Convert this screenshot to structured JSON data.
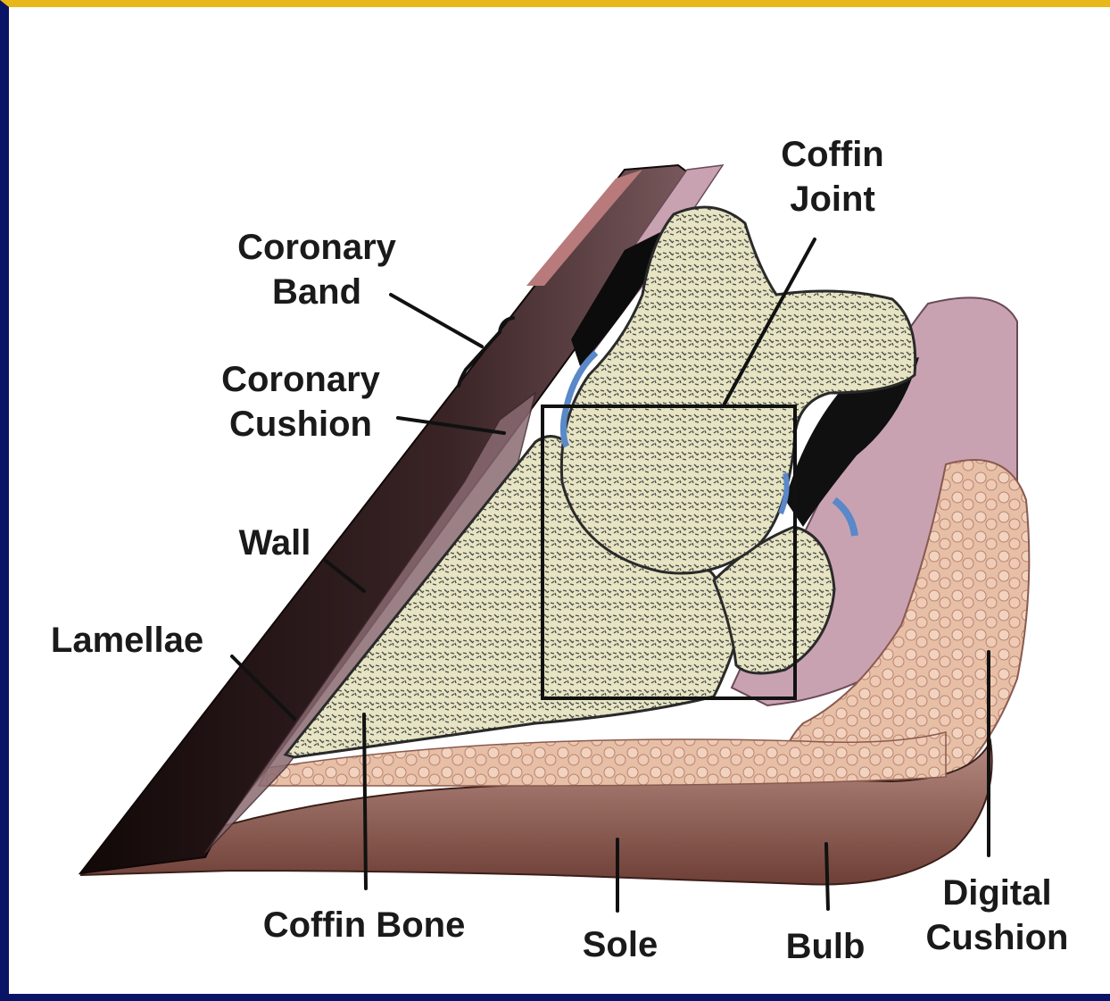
{
  "labels": {
    "coronary_band_1": "Coronary",
    "coronary_band_2": "Band",
    "coronary_cushion_1": "Coronary",
    "coronary_cushion_2": "Cushion",
    "wall": "Wall",
    "lamellae": "Lamellae",
    "coffin_bone": "Coffin Bone",
    "sole": "Sole",
    "bulb": "Bulb",
    "digital_cushion_1": "Digital",
    "digital_cushion_2": "Cushion",
    "coffin_joint_1": "Coffin",
    "coffin_joint_2": "Joint"
  },
  "colors": {
    "hoof_wall": "#2a1a1c",
    "bone": "#e6e4c2",
    "bone_texture": "#4a4a4a",
    "soft_tissue": "#c9a2b2",
    "sole": "#8a5a4e",
    "digital_cushion": "#e7bfa6",
    "synovial": "#5a88c8",
    "frame_border": "#0a1466",
    "frame_top": "#e8b818"
  }
}
